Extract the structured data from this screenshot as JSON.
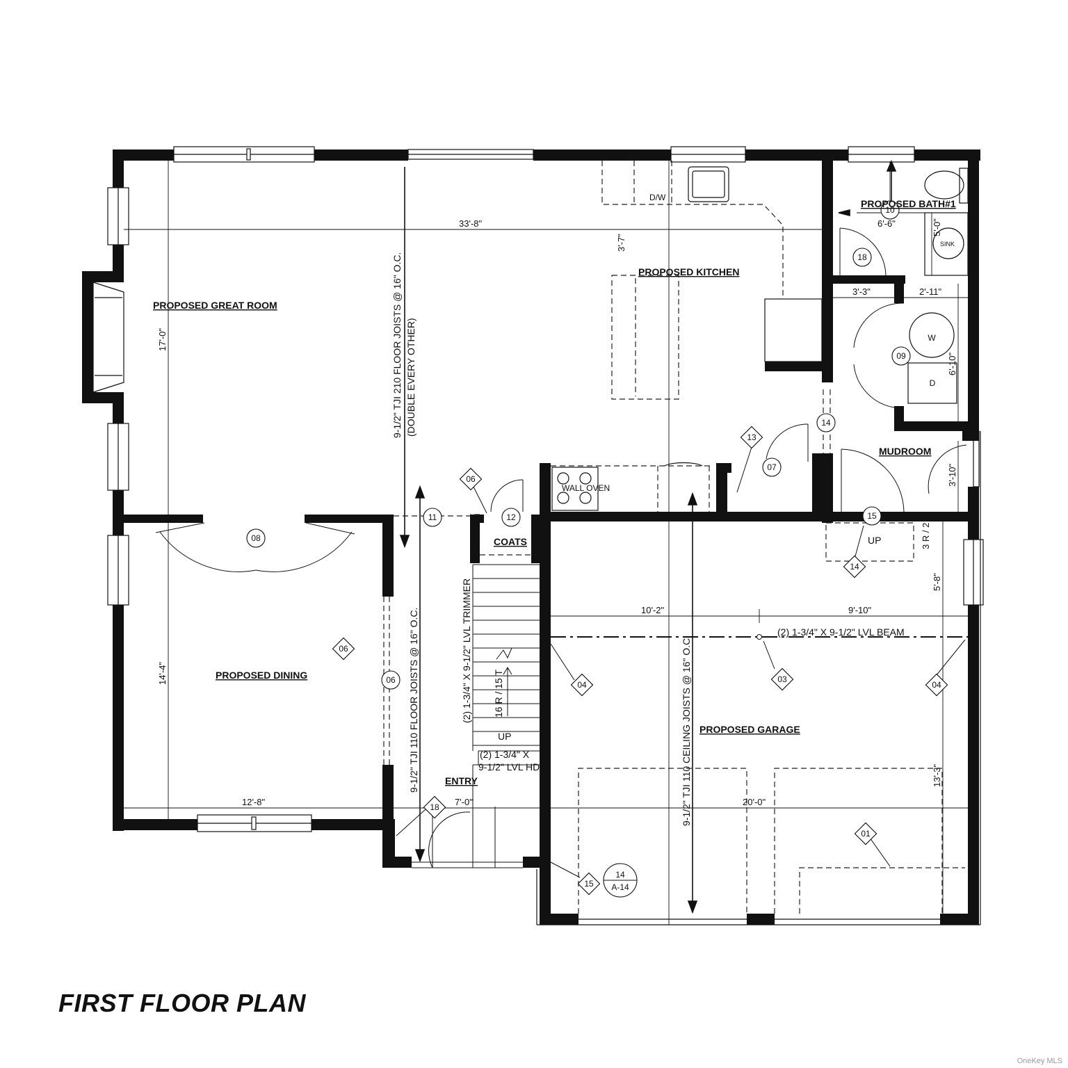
{
  "plan_title": "FIRST FLOOR PLAN",
  "watermark": "OneKey MLS",
  "rooms": {
    "great_room": "PROPOSED GREAT ROOM",
    "kitchen": "PROPOSED KITCHEN",
    "bath": "PROPOSED BATH#1",
    "mudroom": "MUDROOM",
    "dining": "PROPOSED DINING",
    "garage": "PROPOSED GARAGE",
    "entry": "ENTRY",
    "coats": "COATS"
  },
  "dimensions": {
    "width_overall": "33'-8\"",
    "great_room_depth": "17'-0\"",
    "dining_depth": "14'-4\"",
    "dining_width": "12'-8\"",
    "entry_width": "7'-0\"",
    "garage_width": "20'-0\"",
    "garage_left": "10'-2\"",
    "garage_right": "9'-10\"",
    "garage_depth": "13'-3\"",
    "garage_step": "5'-8\"",
    "kitchen_counter": "3'-7\"",
    "bath_width": "6'-6\"",
    "bath_vanity": "5'-0\"",
    "hall_width": "3'-3\"",
    "laundry_width": "2'-11\"",
    "laundry_depth": "6'-10\"",
    "mudroom_depth": "3'-10\"",
    "riser_note": "3 R / 2 T"
  },
  "notes": {
    "floor_joists_main": "9-1/2\" TJI 210 FLOOR JOISTS @ 16\" O.C.",
    "floor_joists_main_2": "(DOUBLE EVERY OTHER)",
    "floor_joists_dining": "9-1/2\" TJI 110 FLOOR JOISTS @ 16\" O.C.",
    "ceiling_joists_garage": "9-1/2\" TJI 110 CEILING JOISTS @ 16\" O.C.",
    "lvl_trimmer": "(2) 1-3/4\" X 9-1/2\" LVL TRIMMER",
    "lvl_beam": "(2) 1-3/4\" X 9-1/2\" LVL BEAM",
    "lvl_header_1": "(2) 1-3/4\" X",
    "lvl_header_2": "9-1/2\" LVL HDR.",
    "stair_risers": "16 R / 15 T",
    "up": "UP",
    "dishwasher": "D/W",
    "wall_oven": "WALL OVEN",
    "washer": "W",
    "dryer": "D",
    "sink": "SINK"
  },
  "tags": {
    "t01": "01",
    "t03": "03",
    "t04a": "04",
    "t04b": "04",
    "t06a": "06",
    "t06b": "06",
    "t06c": "06",
    "t07": "07",
    "t08": "08",
    "t09": "09",
    "t10": "10",
    "t11": "11",
    "t12": "12",
    "t13": "13",
    "t14a": "14",
    "t14b": "14",
    "t14c": "14",
    "t15a": "15",
    "t15b": "15",
    "t18a": "18",
    "t18b": "18",
    "section_ref": "A-14"
  }
}
